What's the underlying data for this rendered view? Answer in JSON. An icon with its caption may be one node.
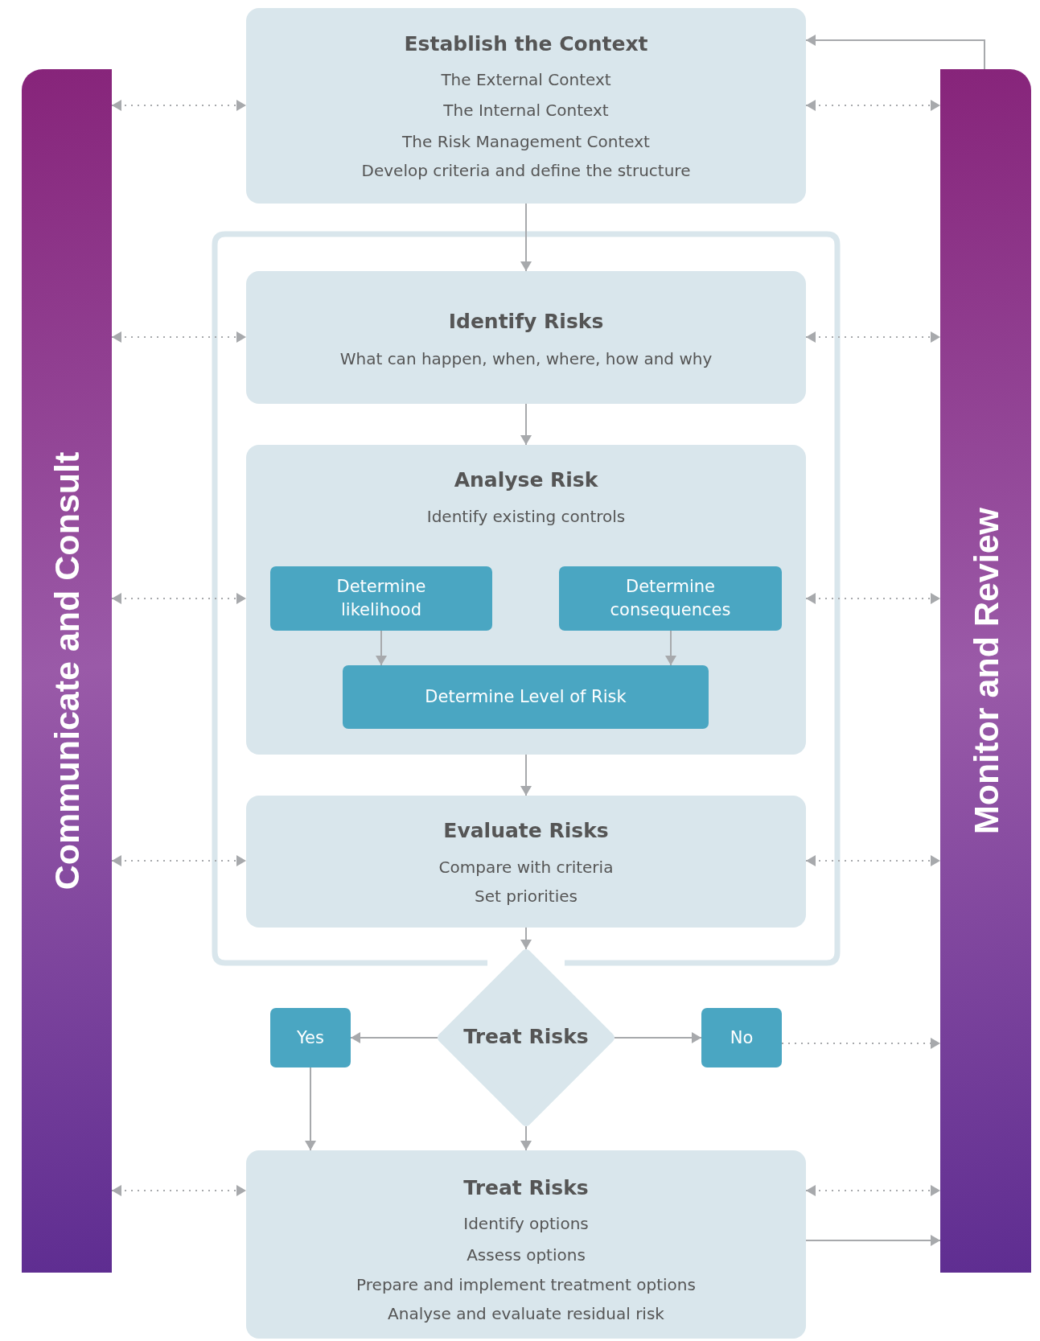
{
  "diagram": {
    "nodes": [
      {
        "text": [
          "Communicate and Consult"
        ]
      },
      {
        "text": [
          "Monitor and Review"
        ]
      },
      {
        "text": [
          "Establish the Context",
          "The External Context",
          "The Internal Context",
          "The Risk Management Context",
          "Develop criteria and define the structure"
        ]
      },
      {
        "text": [
          "Identify Risks",
          "What can happen, when, where, how and why"
        ]
      },
      {
        "text": [
          "Analyse Risk",
          "Identify existing controls"
        ]
      },
      {
        "text": [
          "Determine likelihood"
        ],
        "in": 4
      },
      {
        "text": [
          "Determine consequences"
        ],
        "in": 4
      },
      {
        "text": [
          "Determine Level of Risk"
        ],
        "in": 4
      },
      {
        "text": [
          "Evaluate Risks",
          "Compare with criteria",
          "Set priorities"
        ]
      },
      {
        "text": [
          "Treat Risks"
        ]
      },
      {
        "text": [
          "Yes"
        ]
      },
      {
        "text": [
          "No"
        ]
      },
      {
        "text": [
          "Treat Risks",
          "Identify options",
          "Assess options",
          "Prepare and implement treatment options",
          "Analyse and evaluate residual risk"
        ]
      }
    ],
    "edges": [
      {
        "from": 0,
        "to": 2,
        "arrow": "both",
        "style": "dashed"
      },
      {
        "from": 2,
        "to": 1,
        "arrow": "both",
        "style": "dashed"
      },
      {
        "from": 0,
        "to": 3,
        "arrow": "both",
        "style": "dashed"
      },
      {
        "from": 3,
        "to": 1,
        "arrow": "both",
        "style": "dashed"
      },
      {
        "from": 0,
        "to": 4,
        "arrow": "both",
        "style": "dashed"
      },
      {
        "from": 4,
        "to": 1,
        "arrow": "both",
        "style": "dashed"
      },
      {
        "from": 0,
        "to": 8,
        "arrow": "both",
        "style": "dashed"
      },
      {
        "from": 8,
        "to": 1,
        "arrow": "both",
        "style": "dashed"
      },
      {
        "from": 0,
        "to": 12,
        "arrow": "both",
        "style": "dashed"
      },
      {
        "from": 12,
        "to": 1,
        "arrow": "both",
        "style": "dashed"
      },
      {
        "from": 1,
        "to": 2,
        "arrow": "to"
      },
      {
        "from": 2,
        "to": 3,
        "arrow": "to"
      },
      {
        "from": 3,
        "to": 4,
        "arrow": "to"
      },
      {
        "from": 5,
        "to": 7,
        "arrow": "to"
      },
      {
        "from": 6,
        "to": 7,
        "arrow": "to"
      },
      {
        "from": 4,
        "to": 8,
        "arrow": "to"
      },
      {
        "from": 8,
        "to": 9,
        "arrow": "to"
      },
      {
        "from": 9,
        "to": 10,
        "arrow": "to"
      },
      {
        "from": 9,
        "to": 11,
        "arrow": "to"
      },
      {
        "from": 10,
        "to": 12,
        "arrow": "to"
      },
      {
        "from": 9,
        "to": 12,
        "arrow": "to"
      },
      {
        "from": 11,
        "to": 1,
        "arrow": "to",
        "style": "dashed"
      },
      {
        "from": 12,
        "to": 1,
        "arrow": "to"
      }
    ]
  }
}
